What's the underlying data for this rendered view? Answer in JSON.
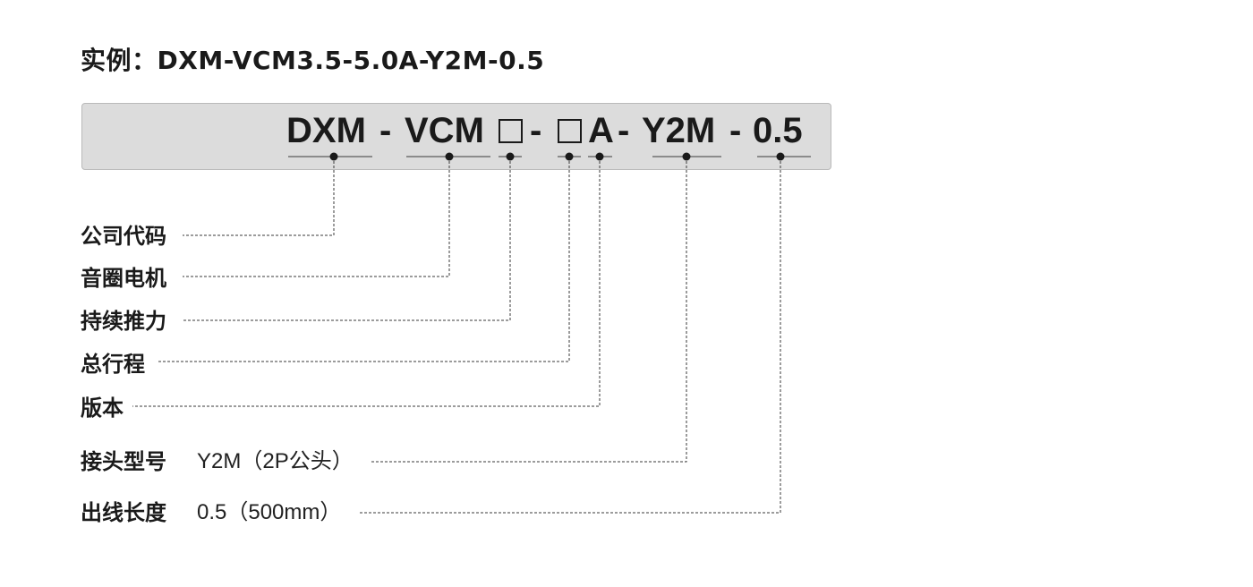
{
  "example": {
    "text": "实例：DXM-VCM3.5-5.0A-Y2M-0.5"
  },
  "code": {
    "company": "DXM",
    "sep1": "-",
    "motor": "VCM",
    "sep2": "-",
    "version": "A",
    "sep3": "-",
    "connector": "Y2M",
    "sep4": "-",
    "cable": "0.5"
  },
  "legend": [
    {
      "label": "公司代码",
      "value": ""
    },
    {
      "label": "音圈电机",
      "value": ""
    },
    {
      "label": "持续推力",
      "value": ""
    },
    {
      "label": "总行程",
      "value": ""
    },
    {
      "label": "版本",
      "value": ""
    },
    {
      "label": "接头型号",
      "value": "Y2M（2P公头）"
    },
    {
      "label": "出线长度",
      "value": "0.5（500mm）"
    }
  ],
  "colors": {
    "box_fill": "#dcdcdc",
    "box_border": "#b9b9b9",
    "line": "#3a3a3a",
    "text": "#1a1a1a"
  }
}
